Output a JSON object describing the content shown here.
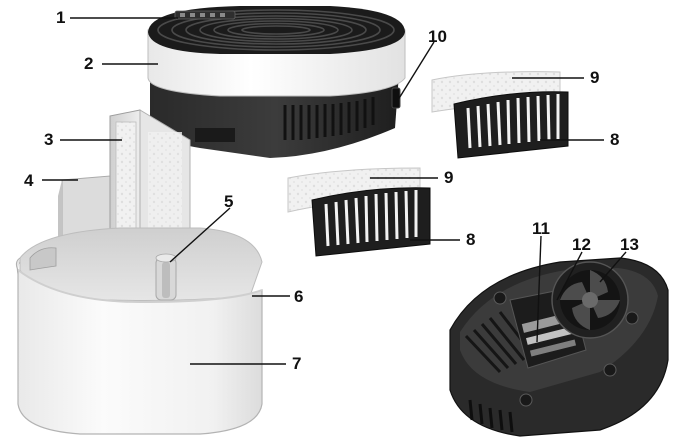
{
  "figure": {
    "callouts": [
      {
        "id": "c1",
        "label": "1"
      },
      {
        "id": "c2",
        "label": "2"
      },
      {
        "id": "c3",
        "label": "3"
      },
      {
        "id": "c4",
        "label": "4"
      },
      {
        "id": "c5",
        "label": "5"
      },
      {
        "id": "c6",
        "label": "6"
      },
      {
        "id": "c7",
        "label": "7"
      },
      {
        "id": "c8a",
        "label": "8"
      },
      {
        "id": "c8b",
        "label": "8"
      },
      {
        "id": "c9a",
        "label": "9"
      },
      {
        "id": "c9b",
        "label": "9"
      },
      {
        "id": "c10",
        "label": "10"
      },
      {
        "id": "c11",
        "label": "11"
      },
      {
        "id": "c12",
        "label": "12"
      },
      {
        "id": "c13",
        "label": "13"
      }
    ]
  }
}
